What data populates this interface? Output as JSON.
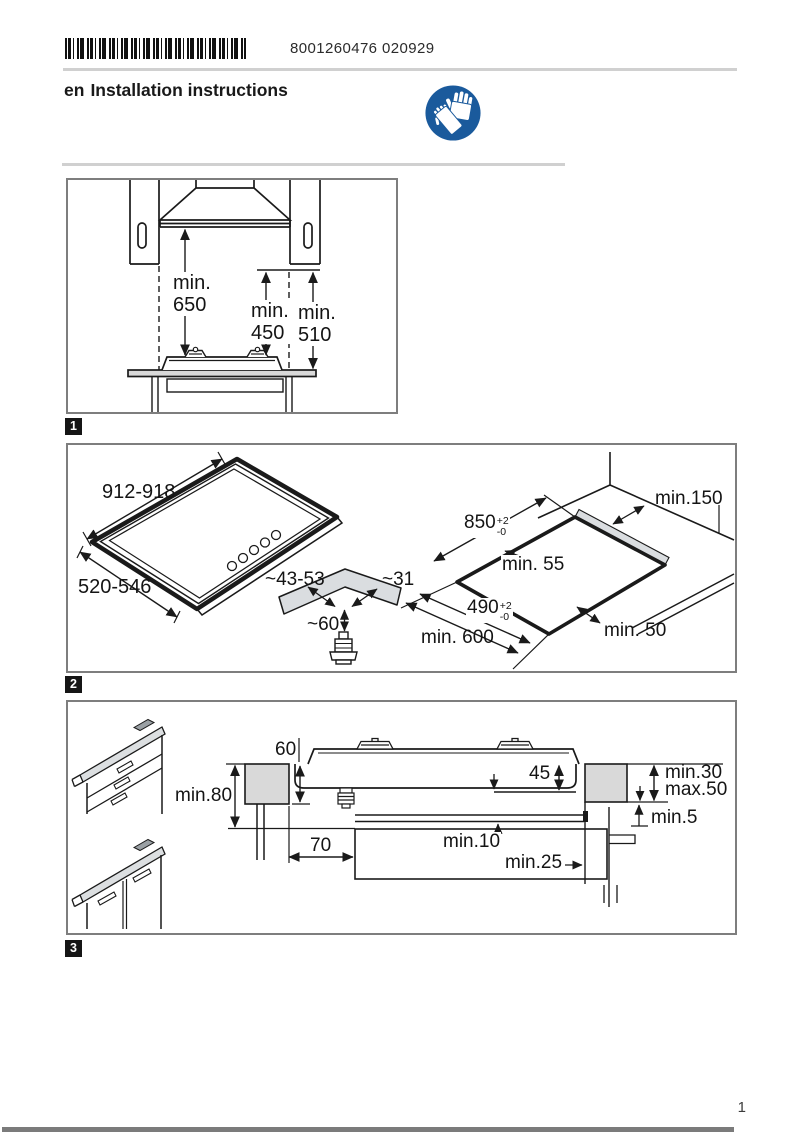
{
  "header": {
    "code": "8001260476 020929",
    "language": "en",
    "title": "Installation instructions",
    "glove_icon": "wear-protective-gloves-icon"
  },
  "figure1": {
    "label": "1",
    "dims": {
      "hood_clearance": "min.\n650",
      "cabinet_clearance": "min.\n450",
      "shelf_clearance": "min.\n510"
    }
  },
  "figure2": {
    "label": "2",
    "dims": {
      "appliance_width": "912-918",
      "appliance_depth": "520-546",
      "profile_width": "~43-53",
      "profile_side": "~31",
      "screw_depth": "~60",
      "cutout_width": "850",
      "cutout_width_tol_plus": "+2",
      "cutout_width_tol_minus": "-0",
      "cutout_depth": "490",
      "cutout_depth_tol_plus": "+2",
      "cutout_depth_tol_minus": "-0",
      "edge_distance": "min. 55",
      "worktop_depth": "min. 600",
      "side_distance": "min. 50",
      "wall_distance": "min.150"
    }
  },
  "figure3": {
    "label": "3",
    "dims": {
      "cutout_edge_gap": "60",
      "clearance_below": "min.80",
      "front_gap": "70",
      "body_depth": "45",
      "worktop_min_thickness": "min.30",
      "worktop_max_thickness": "max.50",
      "panel_gap": "min.5",
      "shelf_gap": "min.10",
      "rear_gap": "min.25"
    }
  },
  "footer": {
    "page": "1"
  },
  "colors": {
    "accent_blue": "#1a5a9c",
    "line": "#1a1a1a",
    "light_gray": "#d9d9d9",
    "frame_gray": "#7e7e7e"
  }
}
